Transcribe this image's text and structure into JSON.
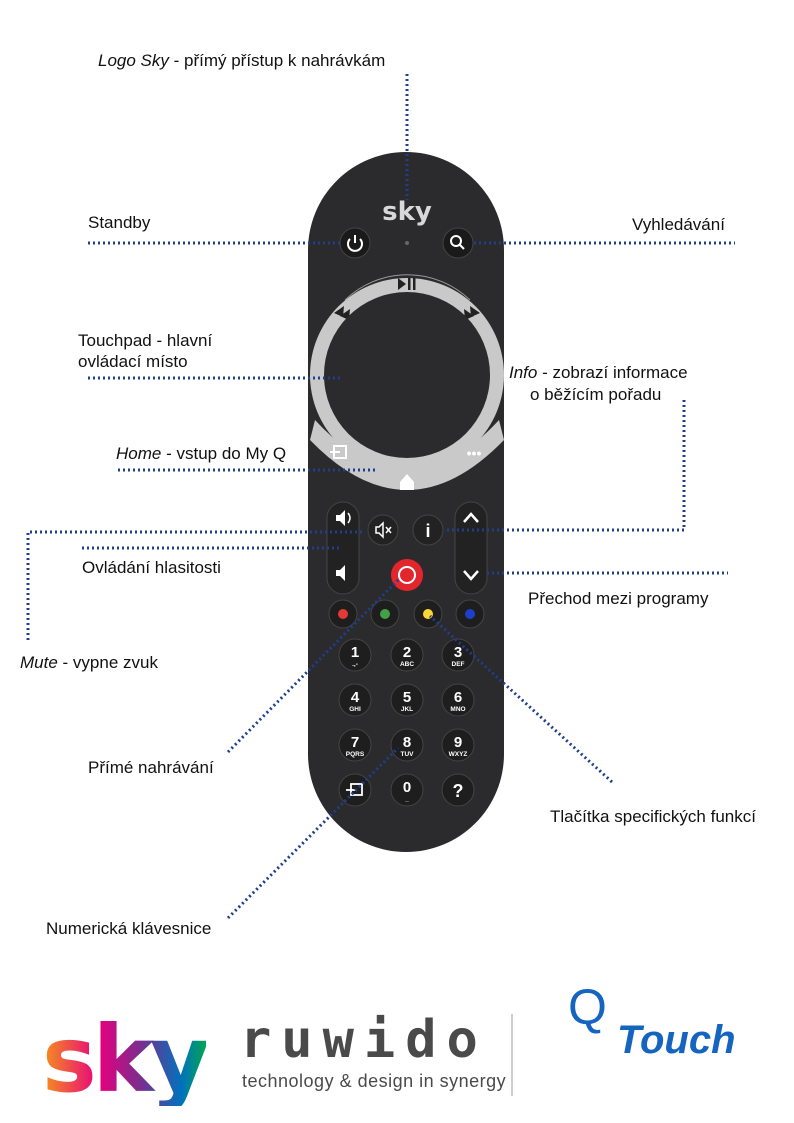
{
  "labels": {
    "logo_sky_em": "Logo Sky",
    "logo_sky_rest": " - přímý přístup k nahrávkám",
    "standby": "Standby",
    "search": "Vyhledávání",
    "touchpad_line1": "Touchpad - hlavní",
    "touchpad_line2": "ovládací místo",
    "info_em": "Info",
    "info_rest": " - zobrazí informace",
    "info_line2": "o běžícím pořadu",
    "home_em": "Home",
    "home_rest": " - vstup do My Q",
    "volume": "Ovládání hlasitosti",
    "channel": "Přechod mezi programy",
    "mute_em": "Mute",
    "mute_rest": " - vypne zvuk",
    "record": "Přímé nahrávání",
    "color_buttons": "Tlačítka specifických funkcí",
    "numpad": "Numerická klávesnice"
  },
  "remote": {
    "logo": "sky",
    "info_key": "i",
    "help_key": "?",
    "more_key": "•••",
    "keys": [
      {
        "digit": "1",
        "letters": ".,-"
      },
      {
        "digit": "2",
        "letters": "ABC"
      },
      {
        "digit": "3",
        "letters": "DEF"
      },
      {
        "digit": "4",
        "letters": "GHI"
      },
      {
        "digit": "5",
        "letters": "JKL"
      },
      {
        "digit": "6",
        "letters": "MNO"
      },
      {
        "digit": "7",
        "letters": "PQRS"
      },
      {
        "digit": "8",
        "letters": "TUV"
      },
      {
        "digit": "9",
        "letters": "WXYZ"
      },
      {
        "digit": "0",
        "letters": "_"
      }
    ],
    "colors": {
      "red": "#e53935",
      "green": "#43a047",
      "yellow": "#fdd835",
      "blue": "#1e40c8",
      "record": "#e3262e"
    }
  },
  "brands": {
    "sky": "sky",
    "ruwido": "ruwido",
    "ruwido_tagline": "technology & design in synergy",
    "q": "Q",
    "touch": "Touch"
  },
  "colors": {
    "leader": "#1f3f8c",
    "body": "#2b2b2d",
    "ring": "#c9c9c9",
    "brand_blue": "#1565c0"
  }
}
